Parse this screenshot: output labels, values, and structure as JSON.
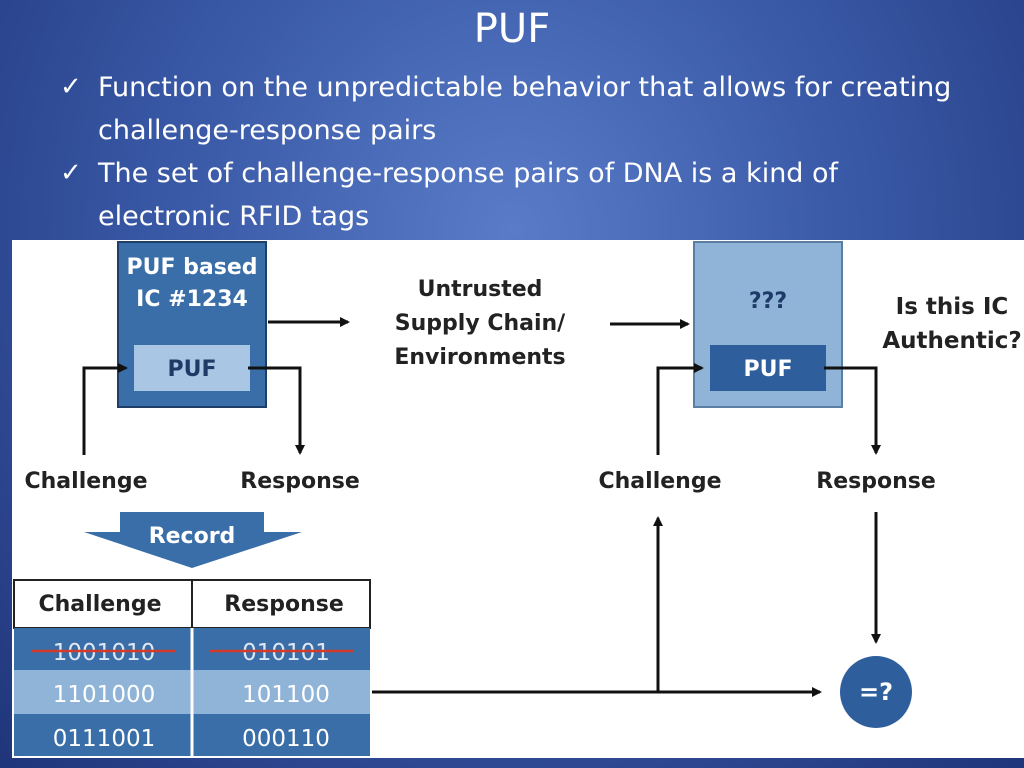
{
  "slide": {
    "title": "PUF",
    "bullets": [
      {
        "icon": "check-icon",
        "text": "Function on the unpredictable behavior that allows for creating challenge-response pairs"
      },
      {
        "icon": "check-icon",
        "text": "The set of challenge-response pairs of DNA is a kind of electronic RFID tags"
      }
    ]
  },
  "diagram": {
    "left_ic": {
      "line1": "PUF based",
      "line2": "IC #1234",
      "puf": "PUF"
    },
    "supply_chain": [
      "Untrusted",
      "Supply Chain/",
      "Environments"
    ],
    "right_ic": {
      "label": "???",
      "puf": "PUF"
    },
    "question": [
      "Is this IC",
      "Authentic?"
    ],
    "challenge_left": "Challenge",
    "response_left": "Response",
    "challenge_right": "Challenge",
    "response_right": "Response",
    "record": "Record",
    "table": {
      "headers": [
        "Challenge",
        "Response"
      ],
      "rows": [
        {
          "challenge": "1001010",
          "response": "010101",
          "struck": true
        },
        {
          "challenge": "1101000",
          "response": "101100",
          "struck": false
        },
        {
          "challenge": "0111001",
          "response": "000110",
          "struck": false
        }
      ]
    },
    "compare": "=?",
    "colors": {
      "box_dark": "#3a6ea8",
      "box_light": "#8fb4d8",
      "puf_light": "#a9c7e4",
      "puf_dark": "#2e5f9c",
      "strike": "#d23a2a"
    }
  }
}
